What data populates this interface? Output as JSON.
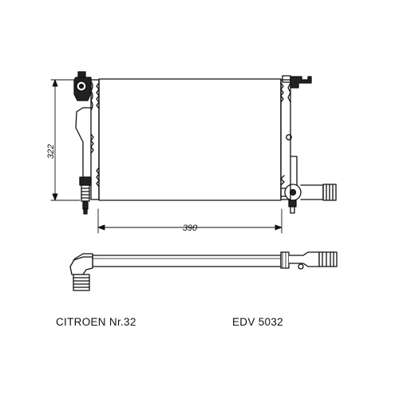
{
  "drawing": {
    "dimensions": {
      "height": "322",
      "width": "390"
    },
    "captions": {
      "model": "CITROEN Nr.32",
      "part_number": "EDV 5032"
    },
    "line_color": "#111111",
    "background_color": "#ffffff"
  }
}
